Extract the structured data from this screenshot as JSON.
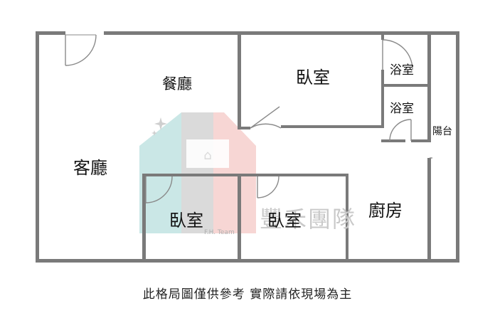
{
  "rooms": {
    "living_room": "客廳",
    "dining_room": "餐廳",
    "bedroom_top": "臥室",
    "bathroom_top": "浴室",
    "bathroom_mid": "浴室",
    "balcony": "陽台",
    "bedroom_left": "臥室",
    "bedroom_center": "臥室",
    "kitchen": "廚房"
  },
  "watermark": {
    "name": "豐禾團隊",
    "abbrev": "F.H. Team",
    "colors": [
      "#9fd4d2",
      "#bdbdbd",
      "#f2b6b2"
    ]
  },
  "disclaimer": "此格局圖僅供參考  實際請依現場為主",
  "colors": {
    "wall": "#7a7a7a"
  }
}
